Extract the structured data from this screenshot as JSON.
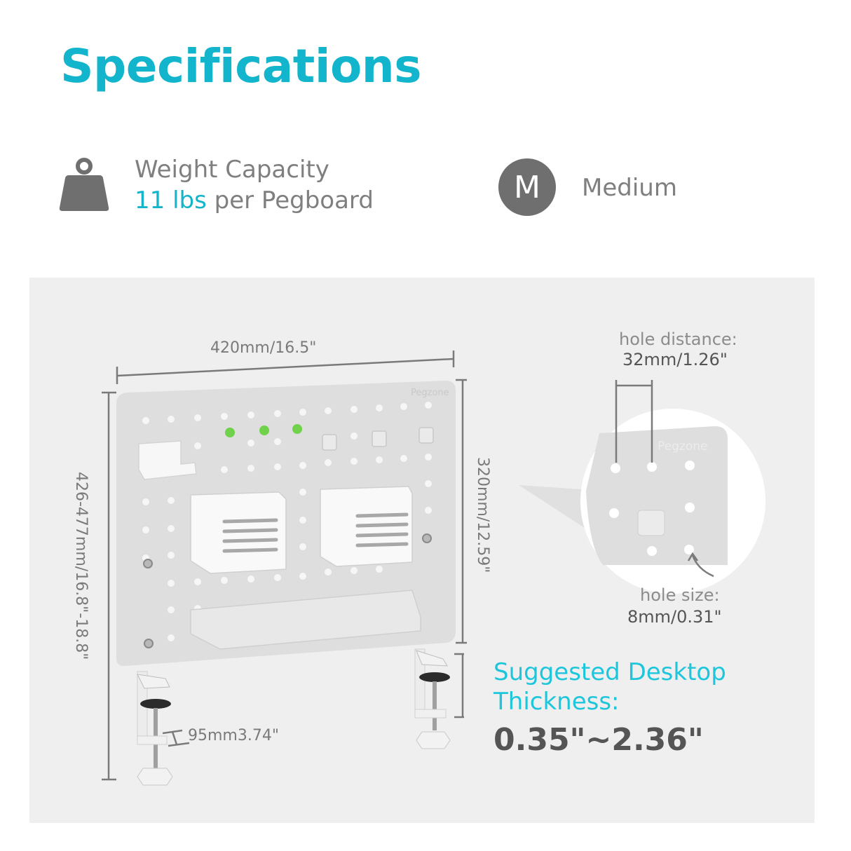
{
  "header": {
    "title": "Specifications"
  },
  "features": {
    "weight_capacity": {
      "icon": "weight-icon",
      "label": "Weight Capacity",
      "value_accent": "11 lbs",
      "value_rest": " per Pegboard"
    },
    "size": {
      "badge_letter": "M",
      "label": "Medium"
    }
  },
  "diagram": {
    "brand_mark": "Pegzone",
    "width_label": "420mm/16.5\"",
    "total_height_label": "426-477mm/16.8\"-18.8\"",
    "board_height_label": "320mm/12.59\"",
    "clamp_depth_label": "95mm3.74\"",
    "hole_distance": {
      "label": "hole distance:",
      "value": "32mm/1.26\""
    },
    "hole_size": {
      "label": "hole size:",
      "value": "8mm/0.31\""
    },
    "desktop_thickness": {
      "label_line1": "Suggested Desktop",
      "label_line2": "Thickness:",
      "value": "0.35\"~2.36\""
    }
  },
  "colors": {
    "accent": "#12b5cb",
    "accent_light": "#1ec6dc",
    "text_gray": "#7f7f7f",
    "text_dark": "#555555",
    "panel_bg": "#efefef",
    "icon_gray": "#6f6f6f"
  }
}
